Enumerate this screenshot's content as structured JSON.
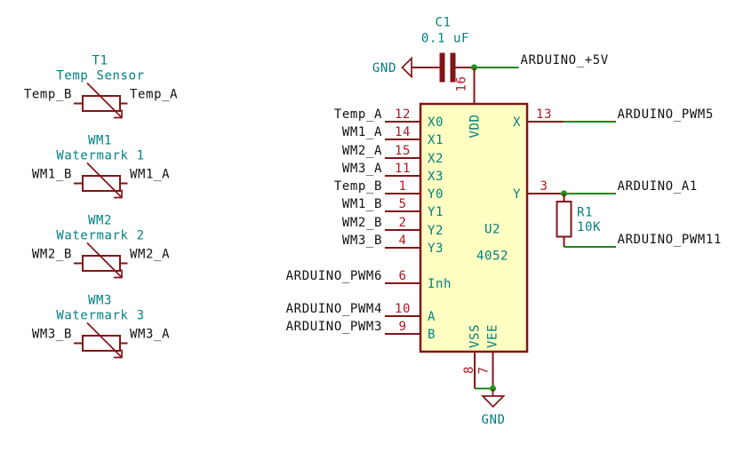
{
  "schematic": {
    "sensors": [
      {
        "ref": "T1",
        "value": "Temp Sensor",
        "pin_b": "Temp_B",
        "pin_a": "Temp_A"
      },
      {
        "ref": "WM1",
        "value": "Watermark 1",
        "pin_b": "WM1_B",
        "pin_a": "WM1_A"
      },
      {
        "ref": "WM2",
        "value": "Watermark 2",
        "pin_b": "WM2_B",
        "pin_a": "WM2_A"
      },
      {
        "ref": "WM3",
        "value": "Watermark 3",
        "pin_b": "WM3_B",
        "pin_a": "WM3_A"
      }
    ],
    "capacitor": {
      "ref": "C1",
      "value": "0.1 uF"
    },
    "resistor": {
      "ref": "R1",
      "value": "10K"
    },
    "mux": {
      "ref": "U2",
      "value": "4052",
      "left_pins": [
        {
          "name": "X0",
          "number": "12",
          "net": "Temp_A"
        },
        {
          "name": "X1",
          "number": "14",
          "net": "WM1_A"
        },
        {
          "name": "X2",
          "number": "15",
          "net": "WM2_A"
        },
        {
          "name": "X3",
          "number": "11",
          "net": "WM3_A"
        },
        {
          "name": "Y0",
          "number": "1",
          "net": "Temp_B"
        },
        {
          "name": "Y1",
          "number": "5",
          "net": "WM1_B"
        },
        {
          "name": "Y2",
          "number": "2",
          "net": "WM2_B"
        },
        {
          "name": "Y3",
          "number": "4",
          "net": "WM3_B"
        }
      ],
      "control_pins": [
        {
          "name": "Inh",
          "number": "6",
          "net": "ARDUINO_PWM6"
        },
        {
          "name": "A",
          "number": "10",
          "net": "ARDUINO_PWM4"
        },
        {
          "name": "B",
          "number": "9",
          "net": "ARDUINO_PWM3"
        }
      ],
      "right_pins": [
        {
          "name": "X",
          "number": "13",
          "net": "ARDUINO_PWM5"
        },
        {
          "name": "Y",
          "number": "3",
          "net": "ARDUINO_A1"
        }
      ],
      "top_pin": {
        "name": "VDD",
        "number": "16"
      },
      "bottom_pins": [
        {
          "name": "VSS",
          "number": "8"
        },
        {
          "name": "VEE",
          "number": "7"
        }
      ]
    },
    "nets": {
      "vcc": "ARDUINO_+5V",
      "pwm11": "ARDUINO_PWM11",
      "gnd_top": "GND",
      "gnd_bottom": "GND"
    },
    "colors": {
      "symbol_outline": "#841417",
      "symbol_fill": "#FFFFC2",
      "pin_number": "#B01823",
      "field_text": "#008080",
      "wire": "#007500",
      "junction": "#1C9C1C",
      "net_label": "#000000",
      "background": "#FFFFFF"
    }
  }
}
